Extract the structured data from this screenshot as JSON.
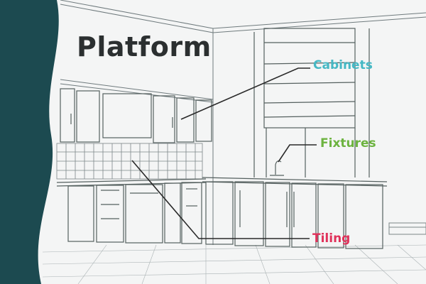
{
  "title": "Platform",
  "labels": {
    "cabinets": "Cabinets",
    "fixtures": "Fixtures",
    "tiling": "Tiling"
  },
  "colors": {
    "panel": "#1c4a50",
    "cabinets": "#45b8c4",
    "fixtures": "#6cb33f",
    "tiling": "#e0315a",
    "line": "#6f7a7d",
    "leader": "#2a2a2a",
    "background": "#f4f5f5"
  },
  "illustration": "kitchen-line-drawing"
}
